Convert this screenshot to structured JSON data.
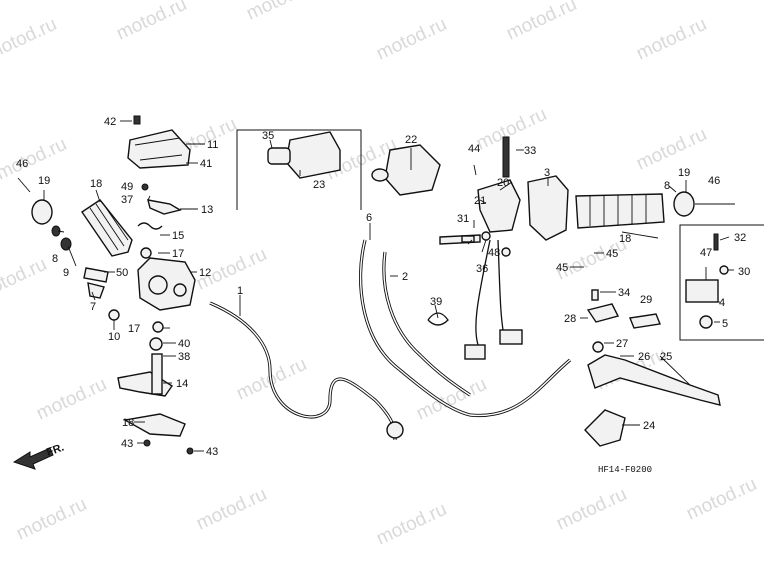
{
  "watermark": "motod.ru",
  "diagram_code": "HF14-F0200",
  "front_marker": "FR.",
  "callouts": {
    "c1": "1",
    "c2": "2",
    "c3": "3",
    "c4": "4",
    "c5": "5",
    "c6": "6",
    "c7": "7",
    "c8a": "8",
    "c8b": "8",
    "c9": "9",
    "c10": "10",
    "c11": "11",
    "c12": "12",
    "c13": "13",
    "c14": "14",
    "c15": "15",
    "c17a": "17",
    "c17b": "17",
    "c18a": "18",
    "c18b": "18",
    "c18c": "18",
    "c19a": "19",
    "c19b": "19",
    "c20": "20",
    "c21": "21",
    "c22": "22",
    "c23": "23",
    "c24": "24",
    "c25": "25",
    "c26": "26",
    "c27": "27",
    "c28": "28",
    "c29": "29",
    "c30": "30",
    "c31": "31",
    "c32": "32",
    "c33": "33",
    "c34": "34",
    "c35": "35",
    "c36": "36",
    "c37": "37",
    "c38": "38",
    "c39": "39",
    "c40": "40",
    "c41": "41",
    "c42": "42",
    "c43a": "43",
    "c43b": "43",
    "c44": "44",
    "c45a": "45",
    "c45b": "45",
    "c46a": "46",
    "c46b": "46",
    "c47": "47",
    "c48": "48",
    "c49": "49",
    "c50": "50"
  }
}
